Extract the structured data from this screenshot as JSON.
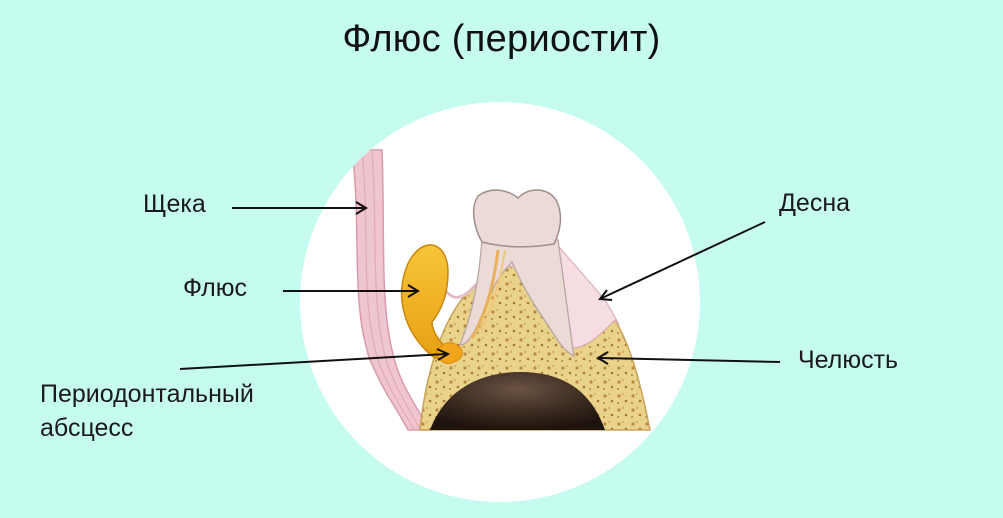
{
  "title": "Флюс (периостит)",
  "labels": {
    "cheek": "Щека",
    "flux": "Флюс",
    "abscess_line1": "Периодонтальный",
    "abscess_line2": "абсцесс",
    "gum": "Десна",
    "jaw": "Челюсть"
  },
  "colors": {
    "background": "#c6fbf0",
    "circle": "#ffffff",
    "flux": "#f0b21e",
    "gum": "#f3d6dc",
    "bone": "#e8cf86",
    "tooth": "#ead6d5",
    "cavity": "#3a2a20"
  }
}
